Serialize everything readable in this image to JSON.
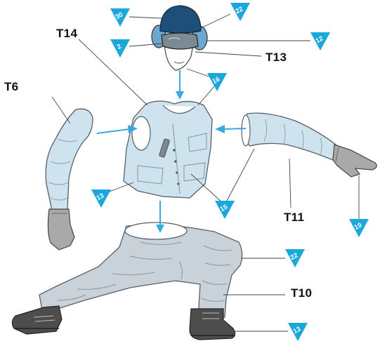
{
  "colors": {
    "callout_fill": "#1aa7dc",
    "callout_text": "#ffffff",
    "arrow": "#3aa8e0",
    "leader_line": "#444444",
    "garment_light_blue": "#cfe3ee",
    "helmet_dark": "#1f4f78",
    "earcup_blue": "#6fa6cf",
    "goggle_gray": "#7c8a93",
    "glove_gray": "#a9a9a9",
    "boot_dark": "#4d4d4d",
    "trousers_gray": "#c9d1d9"
  },
  "part_labels": {
    "t14": "T14",
    "t13": "T13",
    "t6": "T6",
    "t11": "T11",
    "t10": "T10"
  },
  "color_callouts": {
    "helmet": "30",
    "earphones": "22",
    "goggles": "2",
    "goggle_strap": "12",
    "face": "16",
    "vest": "13",
    "sleeves": "15",
    "glove": "19",
    "trousers": "22",
    "boots": "13"
  },
  "figure": {
    "parts": [
      "helmet",
      "goggles",
      "earphones",
      "head",
      "vest",
      "left-arm",
      "right-arm",
      "left-glove",
      "right-glove",
      "trousers",
      "left-boot",
      "right-boot"
    ]
  }
}
